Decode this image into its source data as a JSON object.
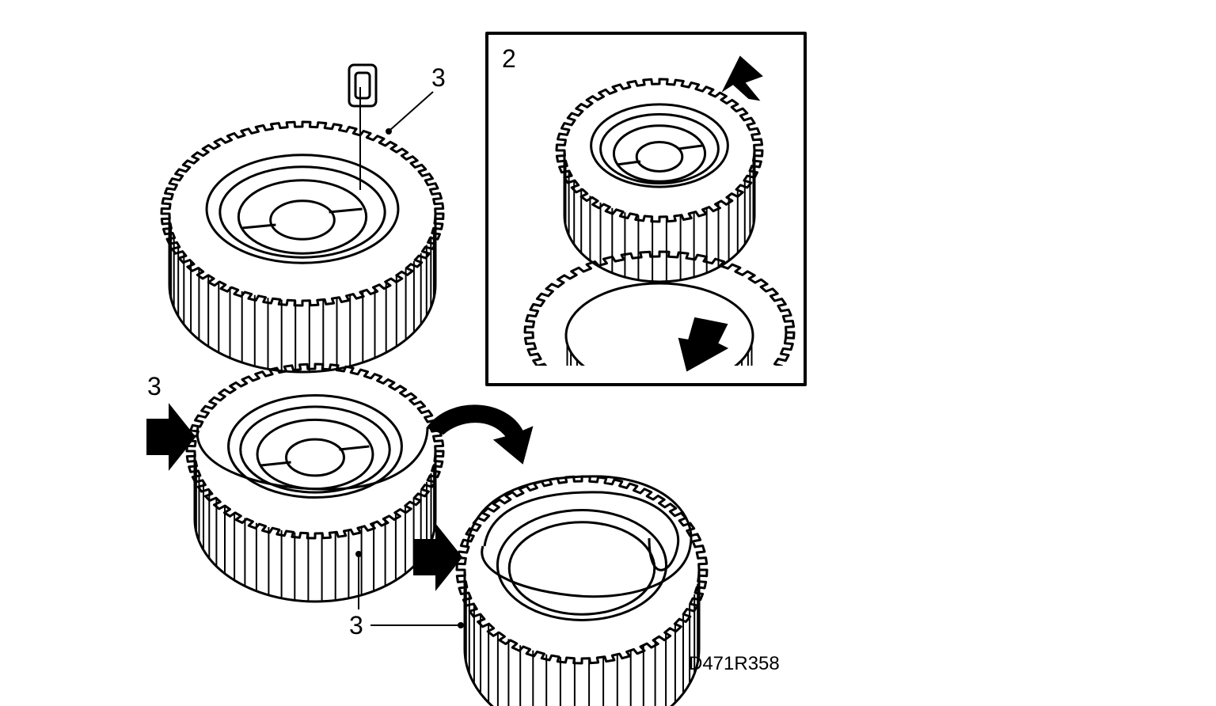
{
  "labels": {
    "top_gear_part": "3",
    "middle_gear_part": "3",
    "bottom_gear_part": "3",
    "inset_number": "2"
  },
  "figure_code": "D471R358",
  "colors": {
    "ink": "#000000",
    "paper": "#ffffff"
  }
}
